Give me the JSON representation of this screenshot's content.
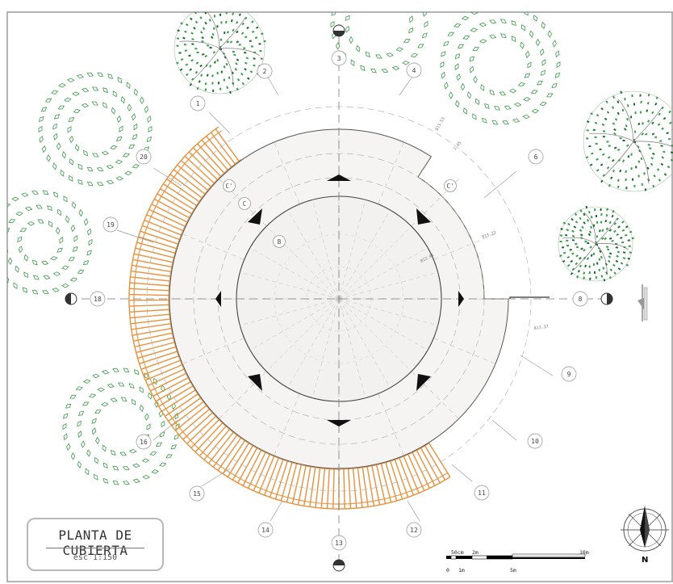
{
  "drawing": {
    "title": "PLANTA DE CUBIERTA",
    "scale": "esc 1:150"
  },
  "axis_markers": [
    "1",
    "2",
    "3",
    "4",
    "6",
    "8",
    "9",
    "10",
    "11",
    "12",
    "13",
    "14",
    "15",
    "16",
    "18",
    "19",
    "20"
  ],
  "zone_labels": [
    "B",
    "C",
    "C'",
    "C'"
  ],
  "dimension_labels": [
    "813.53",
    "813.23",
    "812.41",
    "813.37",
    "2.65"
  ],
  "scale_bar": {
    "labels": [
      "50cm",
      "2m",
      "10m",
      "0",
      "1m",
      "5m"
    ]
  },
  "north_arrow": {
    "label": "N"
  },
  "colors": {
    "roof_fill": "#f6f4f2",
    "roof_stroke": "#555555",
    "pergola": "#e8913d",
    "foliage": "#3d9b4a",
    "axis_line": "#777777"
  }
}
